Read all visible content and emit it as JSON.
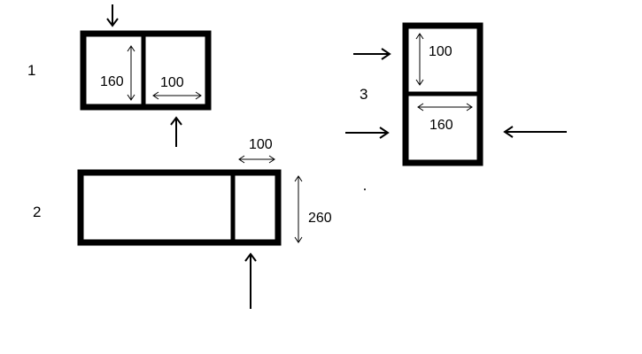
{
  "diagram": {
    "stroke_color": "#000000",
    "background": "#ffffff",
    "figure1": {
      "number": "1",
      "height_label": "160",
      "width_label": "100"
    },
    "figure2": {
      "number": "2",
      "width_label": "100",
      "height_label": "260"
    },
    "figure3": {
      "number": "3",
      "top_label": "100",
      "bottom_label": "160"
    }
  }
}
